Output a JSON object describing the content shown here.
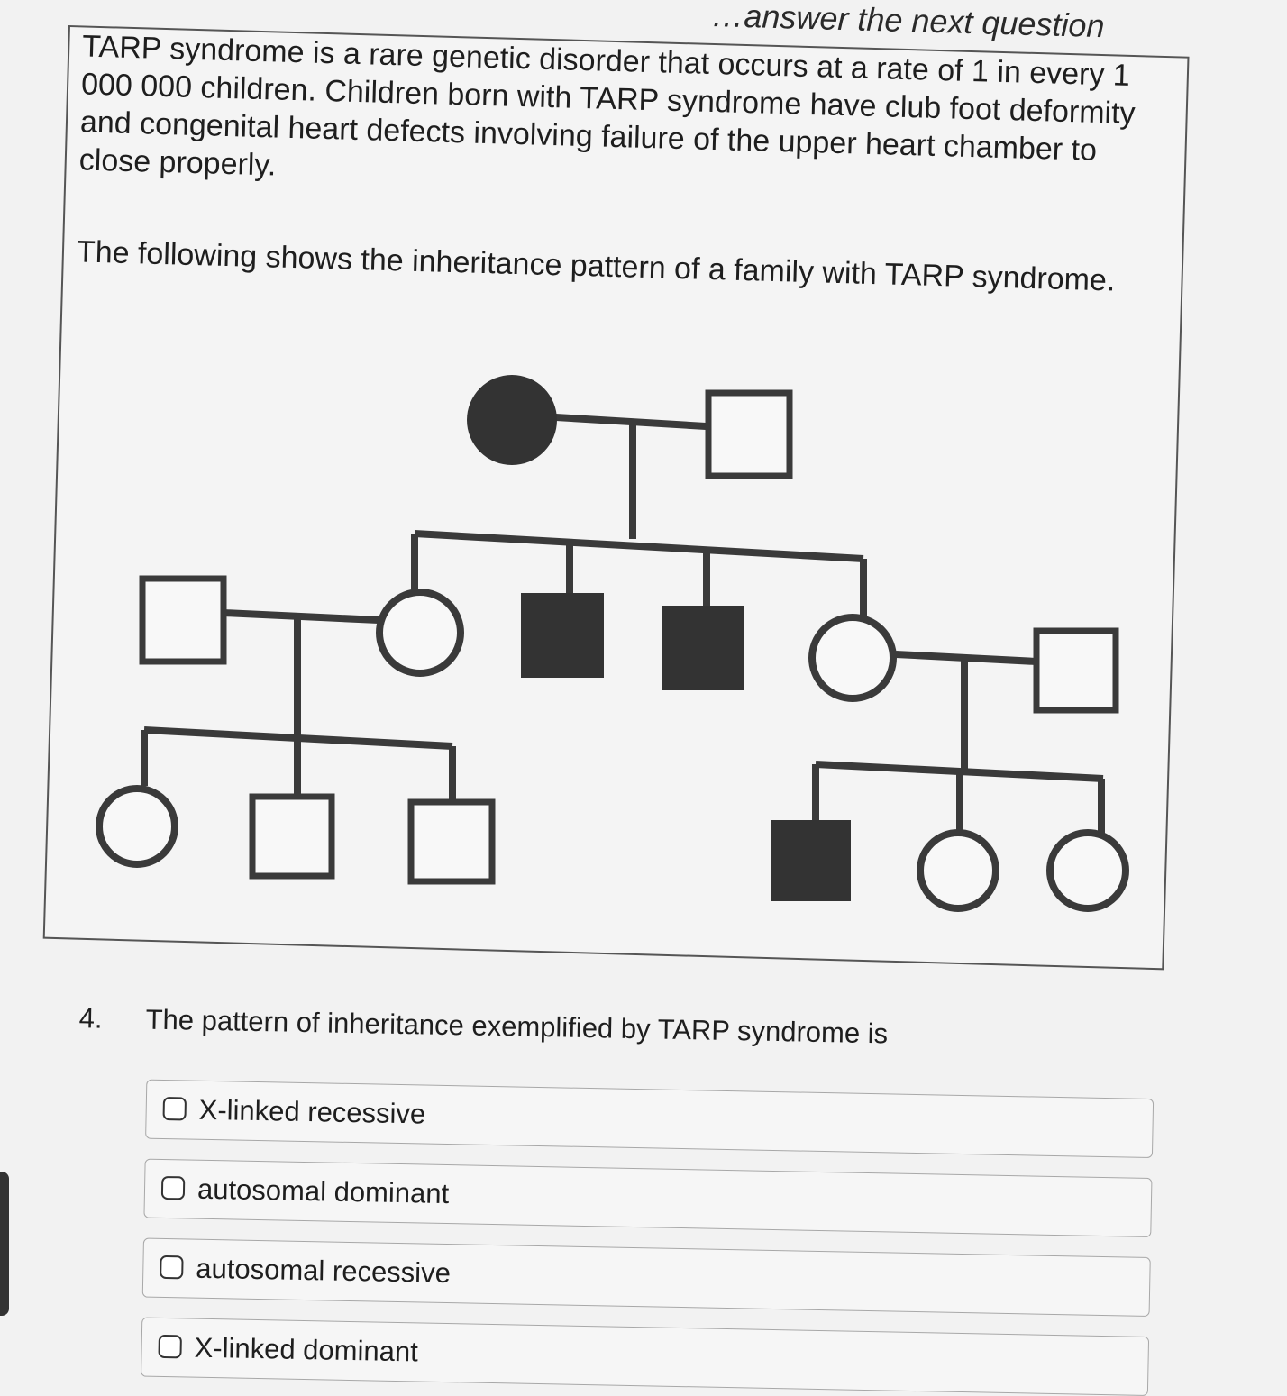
{
  "header": {
    "caption": "…answer the next question"
  },
  "info": {
    "paragraph1": "TARP syndrome is a rare genetic disorder that occurs at a rate of 1 in every 1 000 000 children. Children born with TARP syndrome have club foot deformity and congenital heart defects involving failure of the upper heart chamber to close properly.",
    "paragraph2": "The following shows the inheritance pattern of a family with TARP syndrome."
  },
  "pedigree": {
    "generation1": [
      {
        "sex": "female",
        "affected": true
      },
      {
        "sex": "male",
        "affected": false
      }
    ],
    "generation2": [
      {
        "sex": "male",
        "affected": false,
        "role": "spouse"
      },
      {
        "sex": "female",
        "affected": false
      },
      {
        "sex": "male",
        "affected": true
      },
      {
        "sex": "male",
        "affected": true
      },
      {
        "sex": "female",
        "affected": false
      },
      {
        "sex": "male",
        "affected": false,
        "role": "spouse"
      }
    ],
    "generation3_left": [
      {
        "sex": "female",
        "affected": false
      },
      {
        "sex": "male",
        "affected": false
      },
      {
        "sex": "male",
        "affected": false
      }
    ],
    "generation3_right": [
      {
        "sex": "male",
        "affected": true
      },
      {
        "sex": "female",
        "affected": false
      },
      {
        "sex": "female",
        "affected": false
      }
    ]
  },
  "question": {
    "number": "4.",
    "text": "The pattern of inheritance exemplified by TARP syndrome is",
    "options": [
      {
        "label": "X-linked recessive",
        "selected": false
      },
      {
        "label": "autosomal dominant",
        "selected": false
      },
      {
        "label": "autosomal recessive",
        "selected": false
      },
      {
        "label": "X-linked dominant",
        "selected": false
      }
    ]
  },
  "colors": {
    "affected_fill": "#333333",
    "line": "#3a3a3a",
    "background": "#f2f2f2"
  }
}
